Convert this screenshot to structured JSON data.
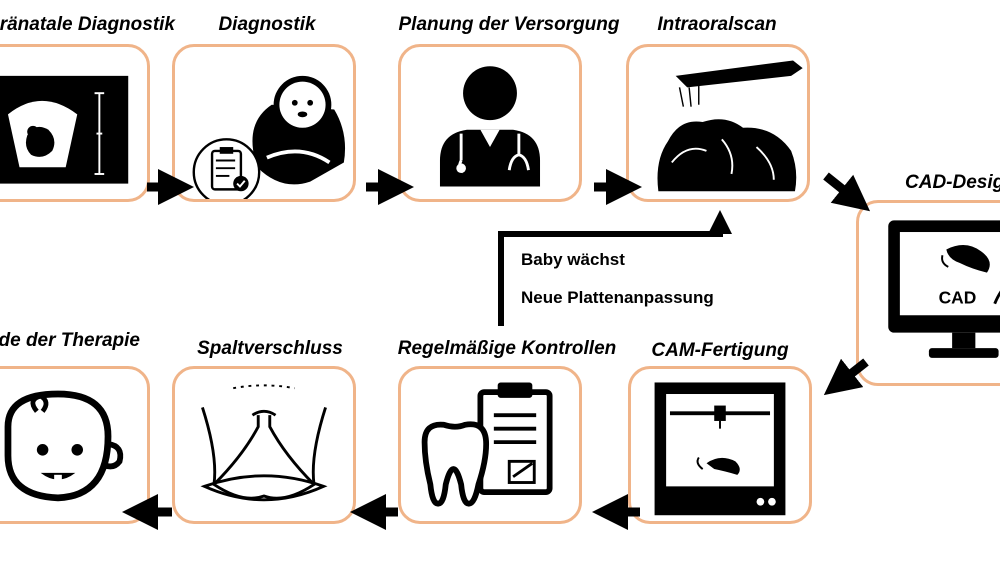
{
  "steps": [
    {
      "title": "Pränatale Diagnostik",
      "icon": "ultrasound-icon"
    },
    {
      "title": "Diagnostik",
      "icon": "baby-clipboard-icon"
    },
    {
      "title": "Planung der Versorgung",
      "icon": "doctor-icon"
    },
    {
      "title": "Intraoralscan",
      "icon": "intraoral-scanner-icon"
    },
    {
      "title": "CAD-Design",
      "icon": "cad-monitor-icon"
    },
    {
      "title": "CAM-Fertigung",
      "icon": "3d-printer-icon"
    },
    {
      "title": "Regelmäßige Kontrollen",
      "icon": "tooth-clipboard-icon"
    },
    {
      "title": "Spaltverschluss",
      "icon": "cleft-closure-icon"
    },
    {
      "title": "Ende der Therapie",
      "icon": "happy-baby-icon"
    }
  ],
  "loop": {
    "line1": "Baby wächst",
    "line2": "Neue Plattenanpassung"
  },
  "cad_label": "CAD",
  "colors": {
    "box_border": "#f0b489",
    "icon": "#000000"
  }
}
